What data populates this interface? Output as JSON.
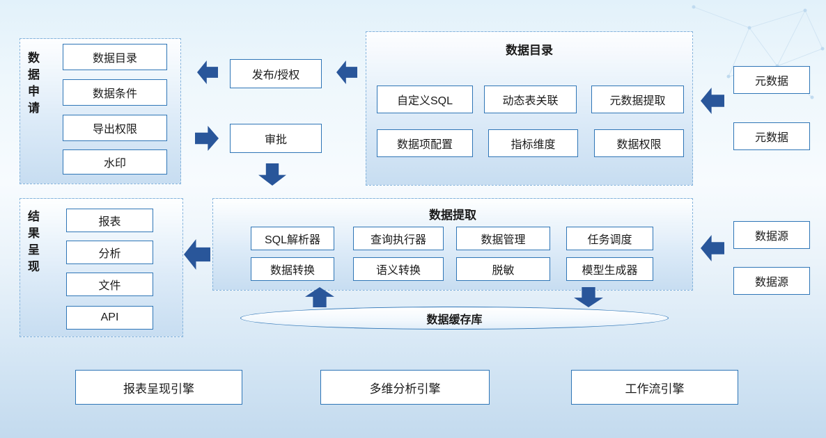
{
  "colors": {
    "arrow": "#29569a",
    "box_border": "#2e75b6",
    "panel_border": "#84b3dc",
    "background_top": "#e2f1fa",
    "background_bottom": "#c3daee"
  },
  "data_application": {
    "label": "数据申请",
    "items": [
      "数据目录",
      "数据条件",
      "导出权限",
      "水印"
    ]
  },
  "flow": {
    "publish": "发布/授权",
    "approve": "审批"
  },
  "data_catalog": {
    "title": "数据目录",
    "row1": [
      "自定义SQL",
      "动态表关联",
      "元数据提取"
    ],
    "row2": [
      "数据项配置",
      "指标维度",
      "数据权限"
    ]
  },
  "metadata": [
    "元数据",
    "元数据"
  ],
  "data_extraction": {
    "title": "数据提取",
    "row1": [
      "SQL解析器",
      "查询执行器",
      "数据管理",
      "任务调度"
    ],
    "row2": [
      "数据转换",
      "语义转换",
      "脱敏",
      "模型生成器"
    ]
  },
  "data_sources": [
    "数据源",
    "数据源"
  ],
  "result_presentation": {
    "label": "结果呈现",
    "items": [
      "报表",
      "分析",
      "文件",
      "API"
    ]
  },
  "cache": "数据缓存库",
  "engines": [
    "报表呈现引擎",
    "多维分析引擎",
    "工作流引擎"
  ]
}
